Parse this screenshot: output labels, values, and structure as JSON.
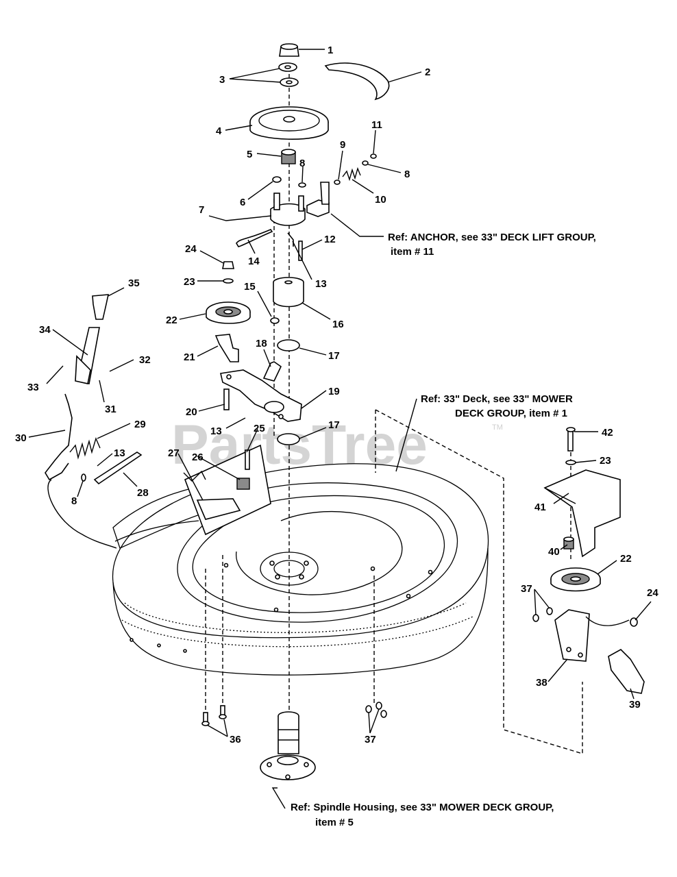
{
  "watermark": {
    "text": "PartsTree",
    "trademark": "TM"
  },
  "callouts": [
    {
      "id": "c1",
      "label": "1"
    },
    {
      "id": "c2",
      "label": "2"
    },
    {
      "id": "c3",
      "label": "3"
    },
    {
      "id": "c4",
      "label": "4"
    },
    {
      "id": "c5",
      "label": "5"
    },
    {
      "id": "c6",
      "label": "6"
    },
    {
      "id": "c7",
      "label": "7"
    },
    {
      "id": "c8a",
      "label": "8"
    },
    {
      "id": "c8b",
      "label": "8"
    },
    {
      "id": "c8c",
      "label": "8"
    },
    {
      "id": "c9",
      "label": "9"
    },
    {
      "id": "c10",
      "label": "10"
    },
    {
      "id": "c11",
      "label": "11"
    },
    {
      "id": "c12",
      "label": "12"
    },
    {
      "id": "c13a",
      "label": "13"
    },
    {
      "id": "c13b",
      "label": "13"
    },
    {
      "id": "c13c",
      "label": "13"
    },
    {
      "id": "c14",
      "label": "14"
    },
    {
      "id": "c15",
      "label": "15"
    },
    {
      "id": "c16",
      "label": "16"
    },
    {
      "id": "c17a",
      "label": "17"
    },
    {
      "id": "c17b",
      "label": "17"
    },
    {
      "id": "c18",
      "label": "18"
    },
    {
      "id": "c19",
      "label": "19"
    },
    {
      "id": "c20",
      "label": "20"
    },
    {
      "id": "c21",
      "label": "21"
    },
    {
      "id": "c22a",
      "label": "22"
    },
    {
      "id": "c22b",
      "label": "22"
    },
    {
      "id": "c23a",
      "label": "23"
    },
    {
      "id": "c23b",
      "label": "23"
    },
    {
      "id": "c24a",
      "label": "24"
    },
    {
      "id": "c24b",
      "label": "24"
    },
    {
      "id": "c25",
      "label": "25"
    },
    {
      "id": "c26",
      "label": "26"
    },
    {
      "id": "c27",
      "label": "27"
    },
    {
      "id": "c28",
      "label": "28"
    },
    {
      "id": "c29",
      "label": "29"
    },
    {
      "id": "c30",
      "label": "30"
    },
    {
      "id": "c31",
      "label": "31"
    },
    {
      "id": "c32",
      "label": "32"
    },
    {
      "id": "c33",
      "label": "33"
    },
    {
      "id": "c34",
      "label": "34"
    },
    {
      "id": "c35",
      "label": "35"
    },
    {
      "id": "c36",
      "label": "36"
    },
    {
      "id": "c37a",
      "label": "37"
    },
    {
      "id": "c37b",
      "label": "37"
    },
    {
      "id": "c38",
      "label": "38"
    },
    {
      "id": "c39",
      "label": "39"
    },
    {
      "id": "c40",
      "label": "40"
    },
    {
      "id": "c41",
      "label": "41"
    },
    {
      "id": "c42",
      "label": "42"
    }
  ],
  "references": {
    "anchor": {
      "line1": "Ref: ANCHOR, see 33\" DECK LIFT GROUP,",
      "line2": "item # 11"
    },
    "deck": {
      "line1": "Ref: 33\" Deck, see 33\" MOWER",
      "line2": "DECK GROUP, item # 1"
    },
    "spindle": {
      "line1": "Ref: Spindle Housing, see 33\" MOWER DECK GROUP,",
      "line2": "item # 5"
    }
  }
}
